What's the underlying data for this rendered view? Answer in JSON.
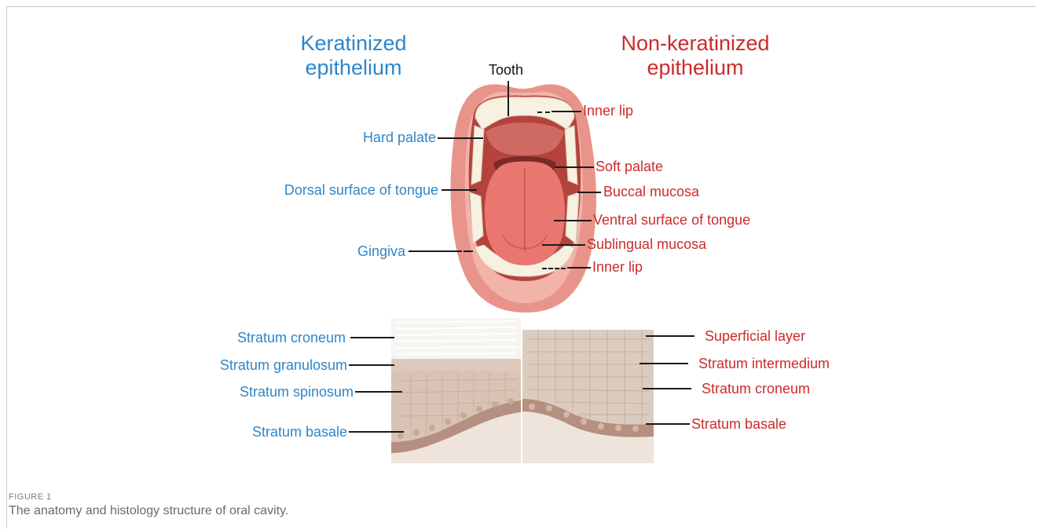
{
  "headings": {
    "keratinized": [
      "Keratinized",
      "epithelium"
    ],
    "non_keratinized": [
      "Non-keratinized",
      "epithelium"
    ]
  },
  "mouth_labels": {
    "tooth": "Tooth",
    "left": [
      "Hard palate",
      "Dorsal surface of tongue",
      "Gingiva"
    ],
    "right": [
      "Inner lip",
      "Soft palate",
      "Buccal mucosa",
      "Ventral surface of tongue",
      "Sublingual mucosa",
      "Inner lip"
    ]
  },
  "histology_labels": {
    "left": [
      "Stratum croneum",
      "Stratum  granulosum",
      "Stratum spinosum",
      "Stratum basale"
    ],
    "right": [
      "Superficial layer",
      "Stratum  intermedium",
      "Stratum croneum",
      "Stratum basale"
    ]
  },
  "caption": {
    "figure_label": "FIGURE 1",
    "text": "The anatomy and histology structure of oral cavity."
  },
  "colors": {
    "keratinized": "#2f86c8",
    "non_keratinized": "#cc2b2b",
    "lip": "#e8948a",
    "tongue": "#e9766f",
    "tooth": "#f7f1e2",
    "tissue": "#e6d6cb"
  }
}
